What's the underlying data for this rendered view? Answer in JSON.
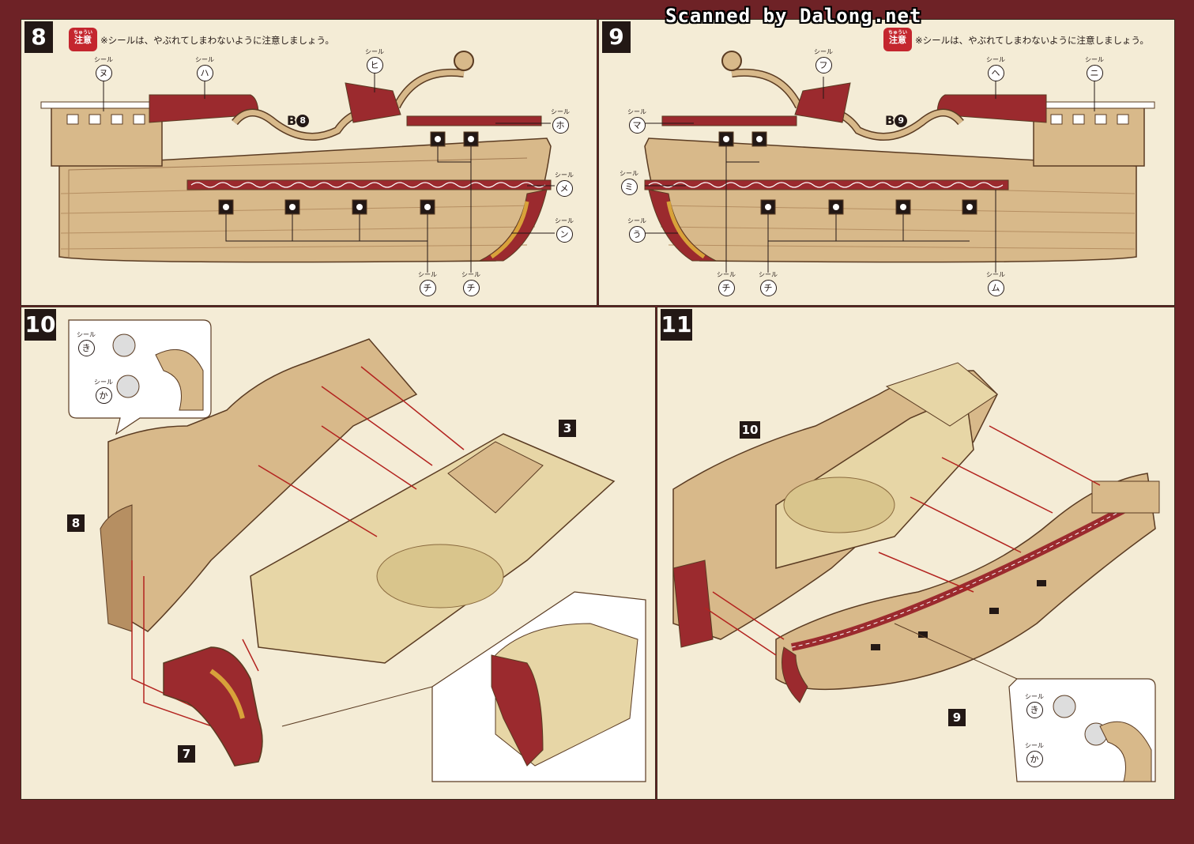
{
  "watermark": "Scanned by Dalong.net",
  "steps": {
    "s8": {
      "number": "8",
      "caution_ruby": "ちゅうい",
      "caution_label": "注意",
      "note": "※シールは、やぶれてしまわないように注意しましょう。",
      "part_prefix": "B",
      "part_number": "8"
    },
    "s9": {
      "number": "9",
      "caution_ruby": "ちゅうい",
      "caution_label": "注意",
      "note": "※シールは、やぶれてしまわないように注意しましょう。",
      "part_prefix": "B",
      "part_number": "9"
    },
    "s10": {
      "number": "10",
      "tag_3": "3",
      "tag_8": "8",
      "tag_7": "7"
    },
    "s11": {
      "number": "11",
      "tag_10": "10",
      "tag_9": "9"
    }
  },
  "sticker_word": "シール",
  "stickers8": {
    "nu": "ヌ",
    "ha": "ハ",
    "hi": "ヒ",
    "ho": "ホ",
    "me": "メ",
    "n": "ン",
    "chi1": "チ",
    "chi2": "チ"
  },
  "stickers9": {
    "fu": "フ",
    "he": "ヘ",
    "ni": "ニ",
    "ma": "マ",
    "mi": "ミ",
    "u": "う",
    "chi1": "チ",
    "chi2": "チ",
    "mu": "ム"
  },
  "stickers10": {
    "ki": "き",
    "ka": "か"
  },
  "stickers11": {
    "ki": "き",
    "ka": "か"
  },
  "colors": {
    "frame": "#6e2226",
    "paper": "#f4ecd6",
    "wood": "#d8b98a",
    "wood_dark": "#a27a52",
    "red": "#9b2a2e",
    "gold": "#d8a23a",
    "deck": "#e7d6a6",
    "arrow": "#b3231f"
  }
}
